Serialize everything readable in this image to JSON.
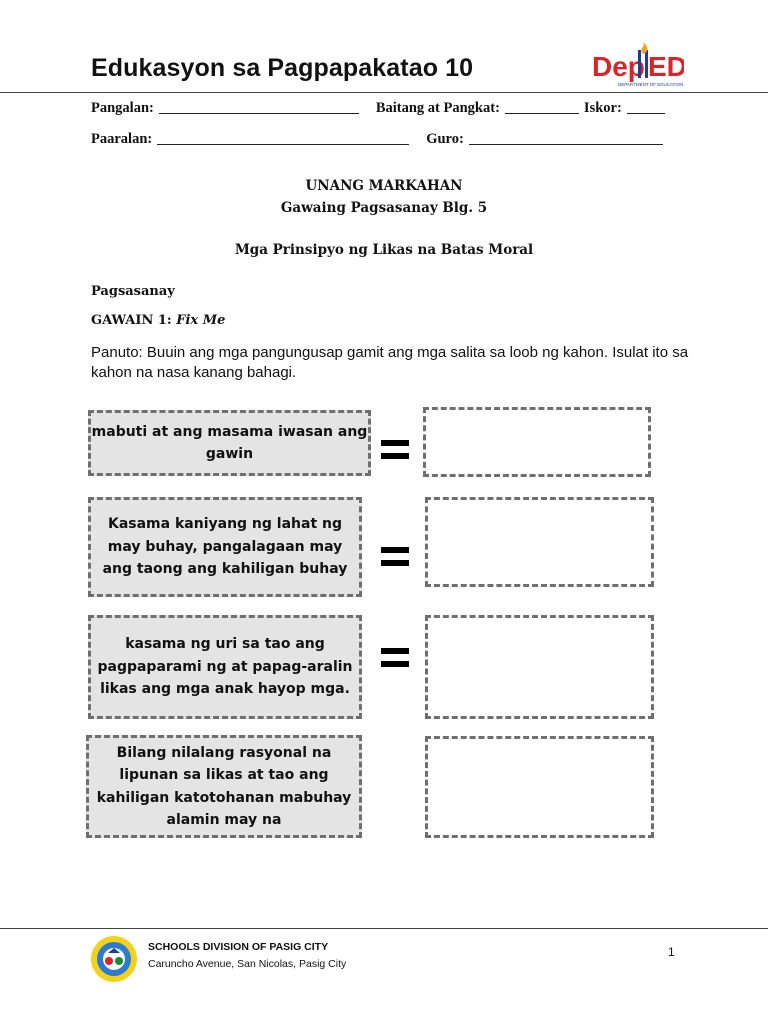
{
  "header": {
    "title": "Edukasyon sa Pagpapakatao 10",
    "logo_text_dep": "Dep",
    "logo_text_ed": "ED",
    "logo_subtext": "DEPARTMENT OF EDUCATION"
  },
  "fields": {
    "name_label": "Pangalan:",
    "grade_section_label": "Baitang at Pangkat:",
    "score_label": "Iskor:",
    "school_label": "Paaralan:",
    "teacher_label": "Guro:"
  },
  "heading": {
    "quarter": "UNANG MARKAHAN",
    "activity": "Gawaing Pagsasanay Blg. 5",
    "topic": "Mga Prinsipyo ng Likas na Batas Moral"
  },
  "section": {
    "label": "Pagsasanay",
    "task_prefix": "GAWAIN 1:",
    "task_name": "Fix Me"
  },
  "instructions": "Panuto: Buuin ang mga pangungusap gamit ang mga salita sa loob ng kahon. Isulat ito sa kahon na nasa kanang bahagi.",
  "items": [
    {
      "scrambled": "mabuti at ang masama iwasan ang gawin",
      "answer": ""
    },
    {
      "scrambled": "Kasama kaniyang ng lahat ng may buhay, pangalagaan may ang taong ang kahiligan buhay",
      "answer": ""
    },
    {
      "scrambled": "kasama ng uri  sa tao ang pagpaparami ng at papag-aralin likas ang mga anak hayop mga.",
      "answer": ""
    },
    {
      "scrambled": "Bilang nilalang rasyonal na lipunan sa likas at tao ang kahiligan katotohanan mabuhay alamin may na",
      "answer": ""
    }
  ],
  "footer": {
    "org": "SCHOOLS DIVISION OF PASIG CITY",
    "address": "Caruncho Avenue, San Nicolas, Pasig City",
    "page_number": "1"
  },
  "colors": {
    "deped_red": "#d7262b",
    "deped_blue": "#1b3f94",
    "box_fill": "#e4e4e4",
    "dash": "#6f6f6f"
  }
}
